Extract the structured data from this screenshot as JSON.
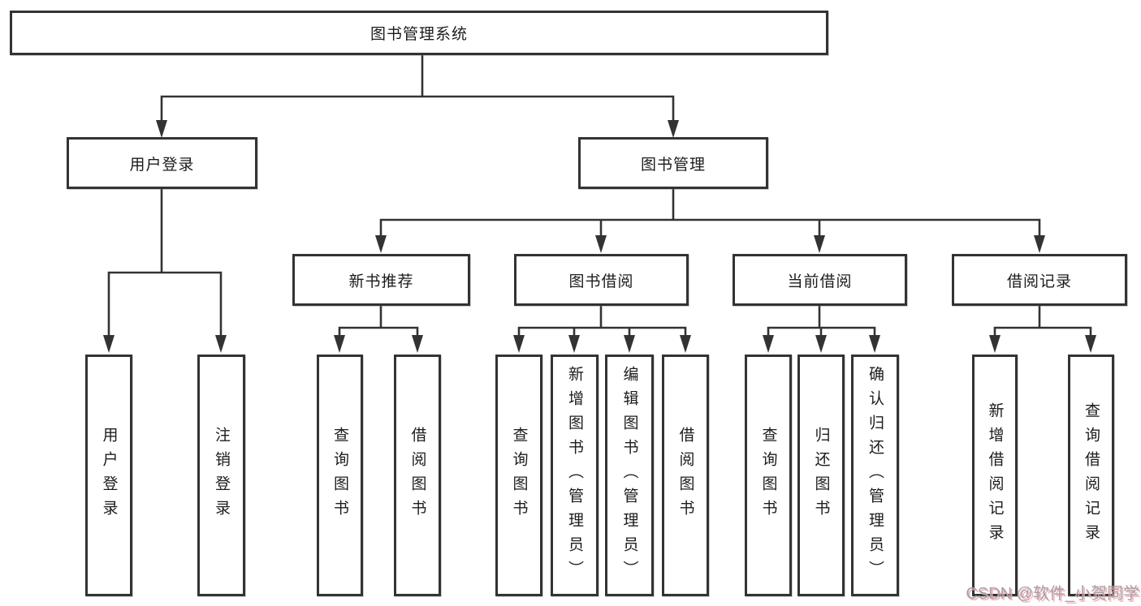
{
  "diagram": {
    "title": "图书管理系统",
    "colors": {
      "line": "#333333",
      "box_border": "#333333",
      "text": "#1c1c1c",
      "watermark_gray": "#a3a3a3",
      "watermark_pink": "#f6a0af"
    }
  },
  "tree": {
    "label": "图书管理系统",
    "children": [
      {
        "label": "用户登录",
        "children": [
          {
            "label": "用户登录"
          },
          {
            "label": "注销登录"
          }
        ]
      },
      {
        "label": "图书管理",
        "children": [
          {
            "label": "新书推荐",
            "children": [
              {
                "label": "查询图书"
              },
              {
                "label": "借阅图书"
              }
            ]
          },
          {
            "label": "图书借阅",
            "children": [
              {
                "label": "查询图书"
              },
              {
                "label": "新增图书（管理员）"
              },
              {
                "label": "编辑图书（管理员）"
              },
              {
                "label": "借阅图书"
              }
            ]
          },
          {
            "label": "当前借阅",
            "children": [
              {
                "label": "查询图书"
              },
              {
                "label": "归还图书"
              },
              {
                "label": "确认归还（管理员）"
              }
            ]
          },
          {
            "label": "借阅记录",
            "children": [
              {
                "label": "新增借阅记录"
              },
              {
                "label": "查询借阅记录"
              }
            ]
          }
        ]
      }
    ]
  },
  "watermark": {
    "text": "CSDN @软件_小贺同学"
  }
}
